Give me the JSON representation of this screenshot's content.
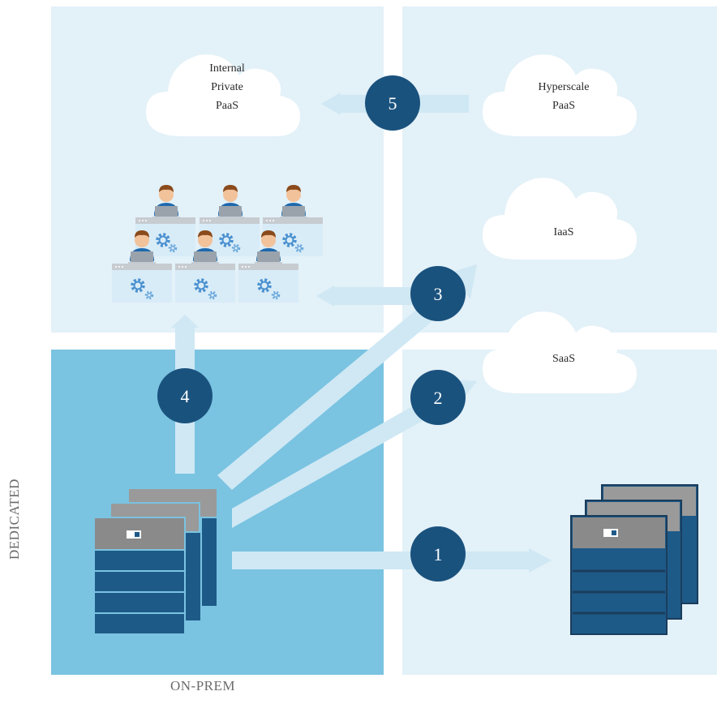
{
  "clouds": {
    "internal_private_paas": [
      "Internal",
      "Private",
      "PaaS"
    ],
    "hyperscale_paas": [
      "Hyperscale",
      "PaaS"
    ],
    "iaas": "IaaS",
    "saas": "SaaS"
  },
  "paths": [
    {
      "number": "1"
    },
    {
      "number": "2"
    },
    {
      "number": "3"
    },
    {
      "number": "4"
    },
    {
      "number": "5"
    }
  ],
  "axes": {
    "x_label": "ON-PREM",
    "y_label": "DEDICATED"
  },
  "colors": {
    "quadrant_light": "#e3f1f8",
    "quadrant_onprem": "#7ac3e1",
    "arrow": "#cfe8f4",
    "circle": "#1a527e",
    "server_dark": "#1e5a88",
    "server_gray": "#8a8a8a"
  }
}
